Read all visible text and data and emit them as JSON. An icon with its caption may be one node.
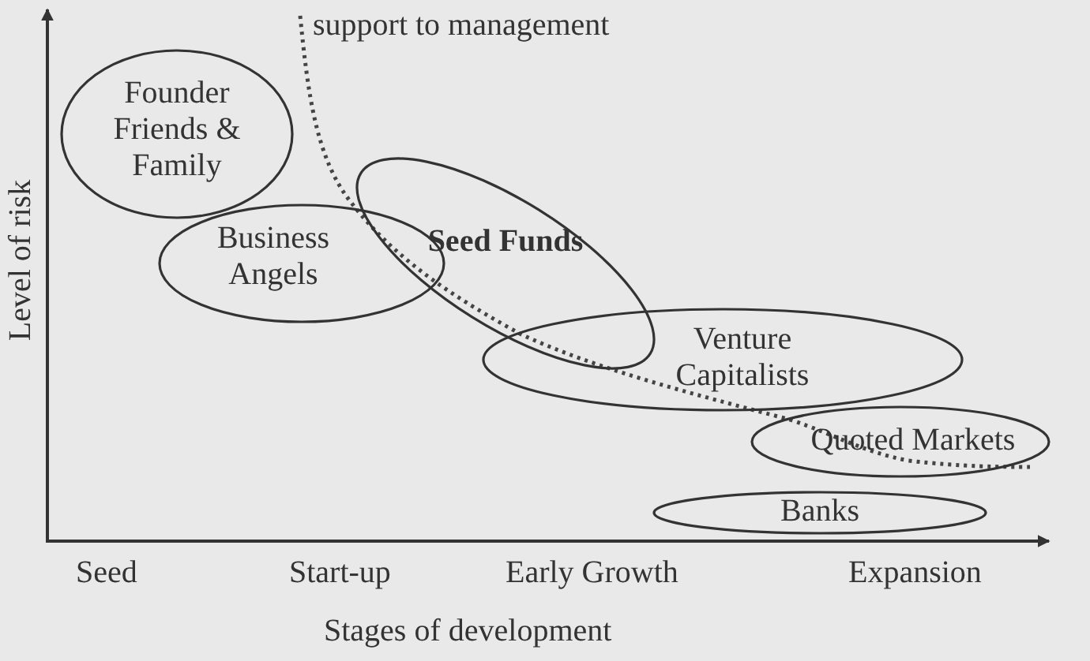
{
  "diagram": {
    "nodes": [
      {
        "text": [
          "Founder Friends & Family"
        ]
      },
      {
        "text": [
          "Business Angels"
        ]
      },
      {
        "text": [
          "Seed Funds"
        ]
      },
      {
        "text": [
          "Venture Capitalists"
        ]
      },
      {
        "text": [
          "Quoted Markets"
        ]
      },
      {
        "text": [
          "Banks"
        ]
      }
    ],
    "edges": [],
    "labels": [
      "support to management",
      "Level of risk",
      "Seed",
      "Start-up",
      "Early Growth",
      "Expansion",
      "Stages of development"
    ]
  }
}
